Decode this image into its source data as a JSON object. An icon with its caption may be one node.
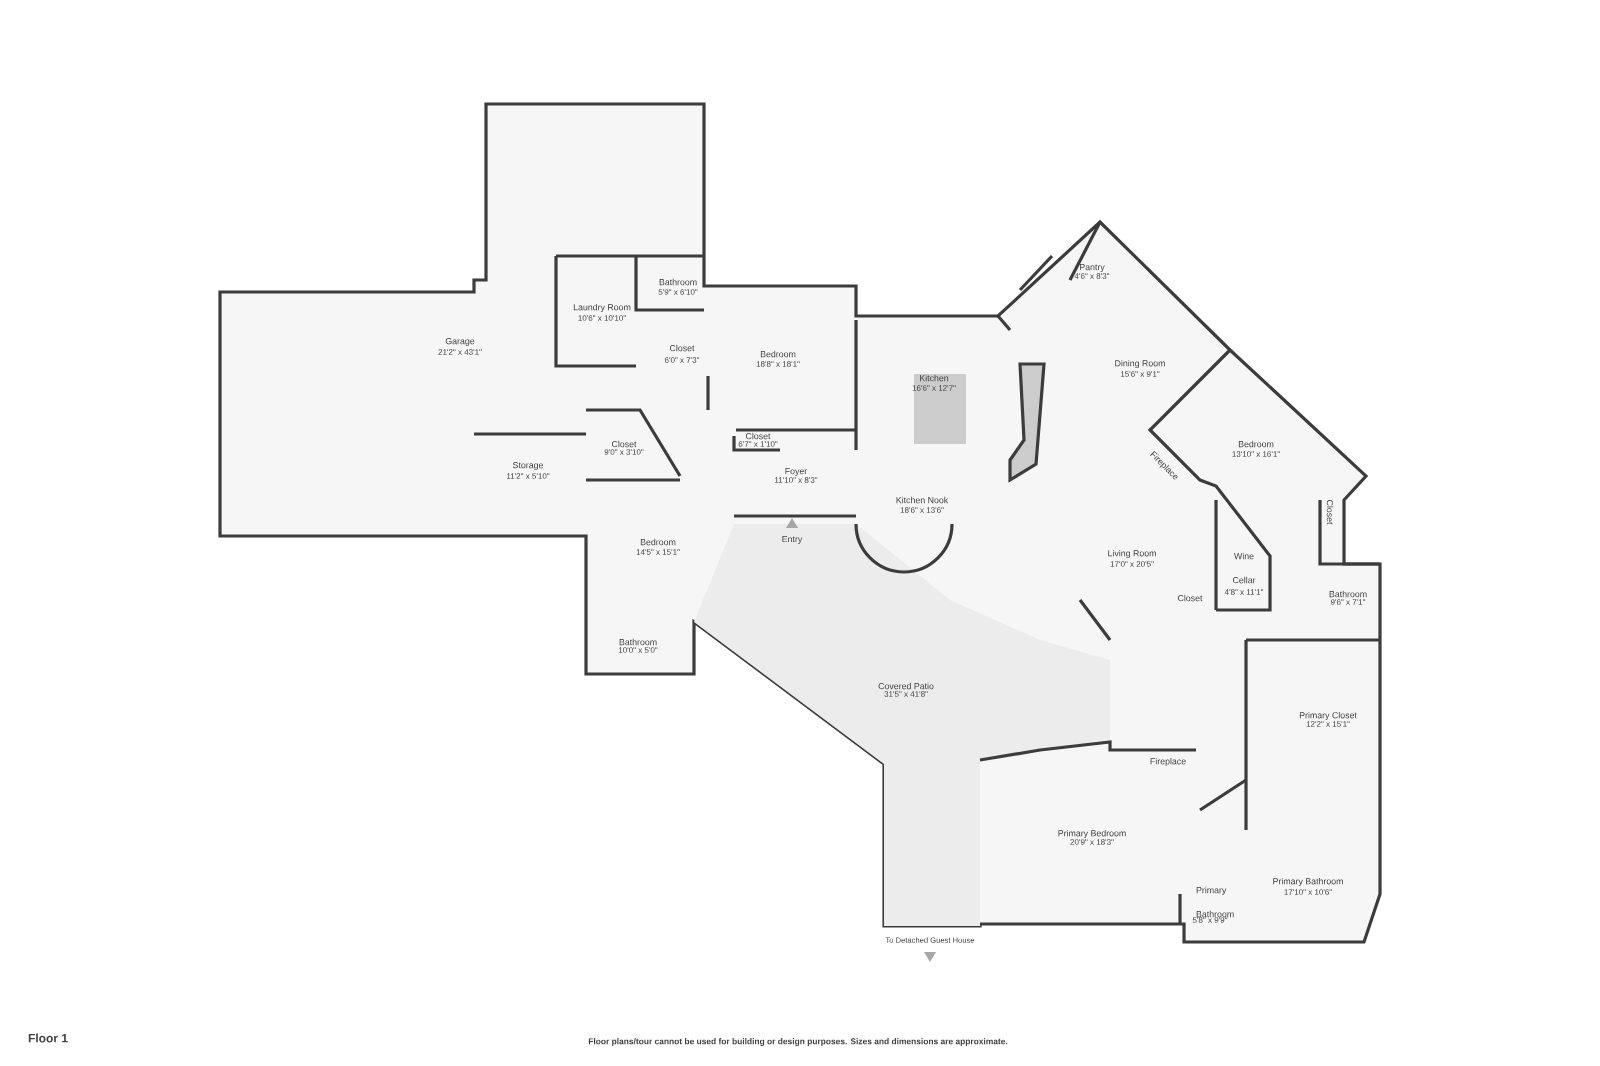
{
  "diagram": {
    "labels": [
      "Garage",
      "21'2\" x 43'1\"",
      "Laundry Room",
      "10'6\" x 10'10\"",
      "Bathroom",
      "5'9\" x 6'10\"",
      "Closet",
      "6'0\" x 7'3\"",
      "Bedroom",
      "18'8\" x 18'1\"",
      "Pantry",
      "4'6\" x 8'3\"",
      "Kitchen",
      "16'6\" x 12'7\"",
      "Dining Room",
      "15'6\" x 9'1\"",
      "Closet",
      "9'0\" x 3'10\"",
      "Closet",
      "6'7\" x 1'10\"",
      "Storage",
      "11'2\" x 5'10\"",
      "Foyer",
      "11'10\" x 8'3\"",
      "Bedroom",
      "13'10\" x 16'1\"",
      "Fireplace",
      "Kitchen Nook",
      "18'6\" x 13'6\"",
      "Closet",
      "Entry",
      "Bedroom",
      "14'5\" x 15'1\"",
      "Wine Cellar",
      "4'8\" x 11'1\"",
      "Living Room",
      "17'0\" x 20'5\"",
      "Closet",
      "Bathroom",
      "9'6\" x 7'1\"",
      "Bathroom",
      "10'0\" x 5'0\"",
      "Covered Patio",
      "31'5\" x 41'8\"",
      "Primary Closet",
      "12'2\" x 15'1\"",
      "Fireplace",
      "Primary Bedroom",
      "20'9\" x 18'3\"",
      "Primary Bathroom",
      "17'10\" x 10'6\"",
      "Primary Bathroom",
      "5'8\" x 9'9\"",
      "To Detached Guest House",
      "Floor 1",
      "Floor plans/tour cannot be used for building or design purposes. Sizes and dimensions are approximate."
    ]
  }
}
